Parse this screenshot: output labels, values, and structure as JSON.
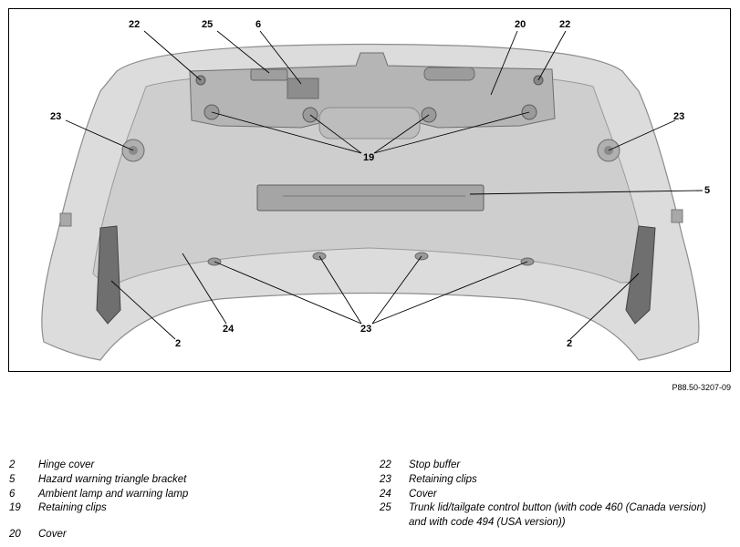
{
  "figure": {
    "callouts": {
      "c22_left": "22",
      "c25": "25",
      "c6": "6",
      "c20": "20",
      "c22_right": "22",
      "c23_left": "23",
      "c23_right": "23",
      "c19": "19",
      "c5": "5",
      "c2_left": "2",
      "c24": "24",
      "c23_bottom": "23",
      "c2_right": "2"
    },
    "colors": {
      "panel_fill": "#d9d9d9",
      "panel_edge": "#8f8f8f",
      "inner_fill": "#c9c9c9",
      "dark_part": "#7a7a7a",
      "line": "#000000"
    }
  },
  "reference_code": "P88.50-3207-09",
  "legend": {
    "left": [
      {
        "num": "2",
        "text": "Hinge cover"
      },
      {
        "num": "5",
        "text": "Hazard warning triangle bracket"
      },
      {
        "num": "6",
        "text": "Ambient lamp and warning lamp"
      },
      {
        "num": "19",
        "text": "Retaining clips"
      },
      {
        "num": "20",
        "text": "Cover"
      }
    ],
    "right": [
      {
        "num": "22",
        "text": "Stop buffer"
      },
      {
        "num": "23",
        "text": "Retaining clips"
      },
      {
        "num": "24",
        "text": "Cover"
      },
      {
        "num": "25",
        "text": "Trunk lid/tailgate control button (with code 460 (Canada version) and with code 494 (USA version))"
      }
    ]
  }
}
